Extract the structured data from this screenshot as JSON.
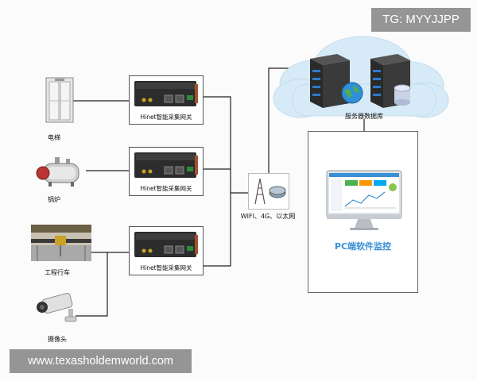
{
  "watermarks": {
    "top_right": "TG: MYYJJPP",
    "bottom_left": "www.texasholdemworld.com"
  },
  "devices": [
    {
      "label": "电梯",
      "icon": "elevator-icon"
    },
    {
      "label": "锅炉",
      "icon": "boiler-icon"
    },
    {
      "label": "工程行车",
      "icon": "crane-icon"
    },
    {
      "label": "摄像头",
      "icon": "camera-icon"
    }
  ],
  "gateways": [
    {
      "label": "Hinet智能采集网关"
    },
    {
      "label": "Hinet智能采集网关"
    },
    {
      "label": "Hinet智能采集网关"
    }
  ],
  "network": {
    "label": "WIFI、4G、以太网",
    "icon": "wireless-router-icon"
  },
  "server": {
    "label": "服务器数据库",
    "icons": [
      "server-rack-icon",
      "globe-icon",
      "database-icon",
      "cloud-icon"
    ]
  },
  "pc": {
    "label": "PC端软件监控",
    "icon": "monitor-icon"
  },
  "colors": {
    "line": "#222222",
    "cloud": "#d7eaf7",
    "accent": "#3a8fd4",
    "gateway": "#2c2c2c"
  }
}
